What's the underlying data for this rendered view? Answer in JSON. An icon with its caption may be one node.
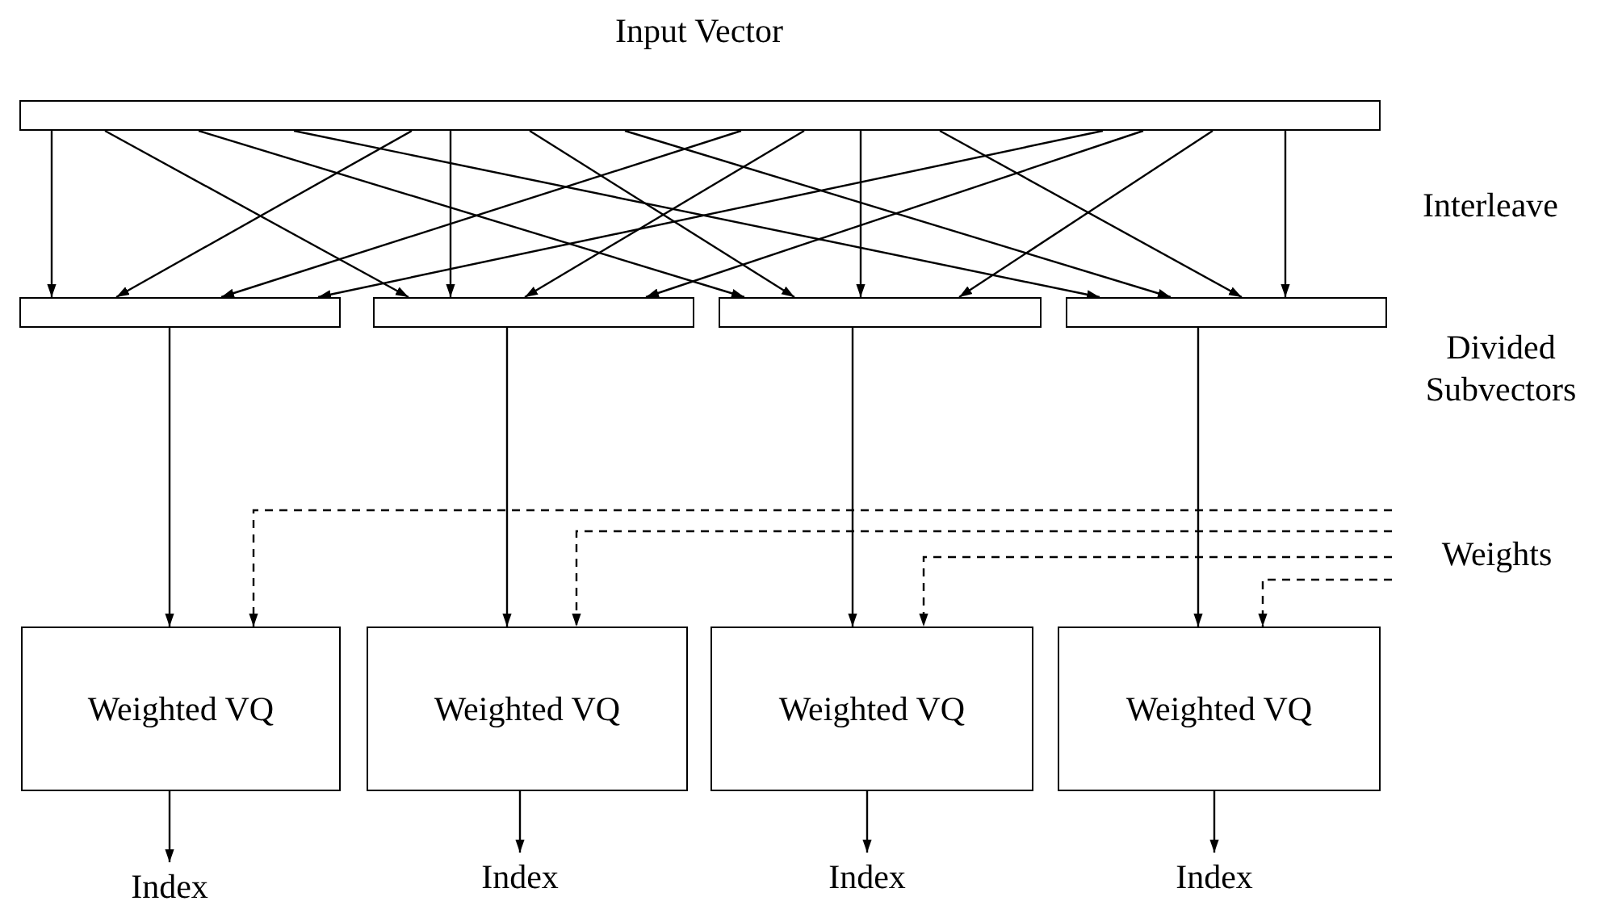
{
  "diagram": {
    "title": "Input Vector",
    "nodes": [
      {
        "text": [],
        "shape": "bar"
      },
      {
        "text": [],
        "shape": "bar"
      },
      {
        "text": [],
        "shape": "bar"
      },
      {
        "text": [],
        "shape": "bar"
      },
      {
        "text": [],
        "shape": "bar"
      },
      {
        "text": [
          "Weighted VQ"
        ]
      },
      {
        "text": [
          "Weighted VQ"
        ]
      },
      {
        "text": [
          "Weighted VQ"
        ]
      },
      {
        "text": [
          "Weighted VQ"
        ]
      },
      {
        "text": [
          "Index"
        ]
      },
      {
        "text": [
          "Index"
        ]
      },
      {
        "text": [
          "Index"
        ]
      },
      {
        "text": [
          "Index"
        ]
      }
    ],
    "edges": [
      {
        "from": 0,
        "to": 1,
        "arrow": "to"
      },
      {
        "from": 0,
        "to": 2,
        "arrow": "to"
      },
      {
        "from": 0,
        "to": 3,
        "arrow": "to"
      },
      {
        "from": 0,
        "to": 4,
        "arrow": "to"
      },
      {
        "from": 0,
        "to": 1,
        "arrow": "to"
      },
      {
        "from": 0,
        "to": 2,
        "arrow": "to"
      },
      {
        "from": 0,
        "to": 3,
        "arrow": "to"
      },
      {
        "from": 0,
        "to": 4,
        "arrow": "to"
      },
      {
        "from": 0,
        "to": 1,
        "arrow": "to"
      },
      {
        "from": 0,
        "to": 2,
        "arrow": "to"
      },
      {
        "from": 0,
        "to": 3,
        "arrow": "to"
      },
      {
        "from": 0,
        "to": 4,
        "arrow": "to"
      },
      {
        "from": 0,
        "to": 1,
        "arrow": "to"
      },
      {
        "from": 0,
        "to": 2,
        "arrow": "to"
      },
      {
        "from": 0,
        "to": 3,
        "arrow": "to"
      },
      {
        "from": 0,
        "to": 4,
        "arrow": "to"
      },
      {
        "from": 1,
        "to": 5,
        "arrow": "to"
      },
      {
        "from": 2,
        "to": 6,
        "arrow": "to"
      },
      {
        "from": 3,
        "to": 7,
        "arrow": "to"
      },
      {
        "from": 4,
        "to": 8,
        "arrow": "to"
      },
      {
        "from": null,
        "to": 5,
        "arrow": "to",
        "style": "dashed"
      },
      {
        "from": null,
        "to": 6,
        "arrow": "to",
        "style": "dashed"
      },
      {
        "from": null,
        "to": 7,
        "arrow": "to",
        "style": "dashed"
      },
      {
        "from": null,
        "to": 8,
        "arrow": "to",
        "style": "dashed"
      },
      {
        "from": 5,
        "to": 9,
        "arrow": "to"
      },
      {
        "from": 6,
        "to": 10,
        "arrow": "to"
      },
      {
        "from": 7,
        "to": 11,
        "arrow": "to"
      },
      {
        "from": 8,
        "to": 12,
        "arrow": "to"
      }
    ],
    "labels": [
      "Interleave",
      "Divided Subvectors",
      "Weights"
    ]
  }
}
